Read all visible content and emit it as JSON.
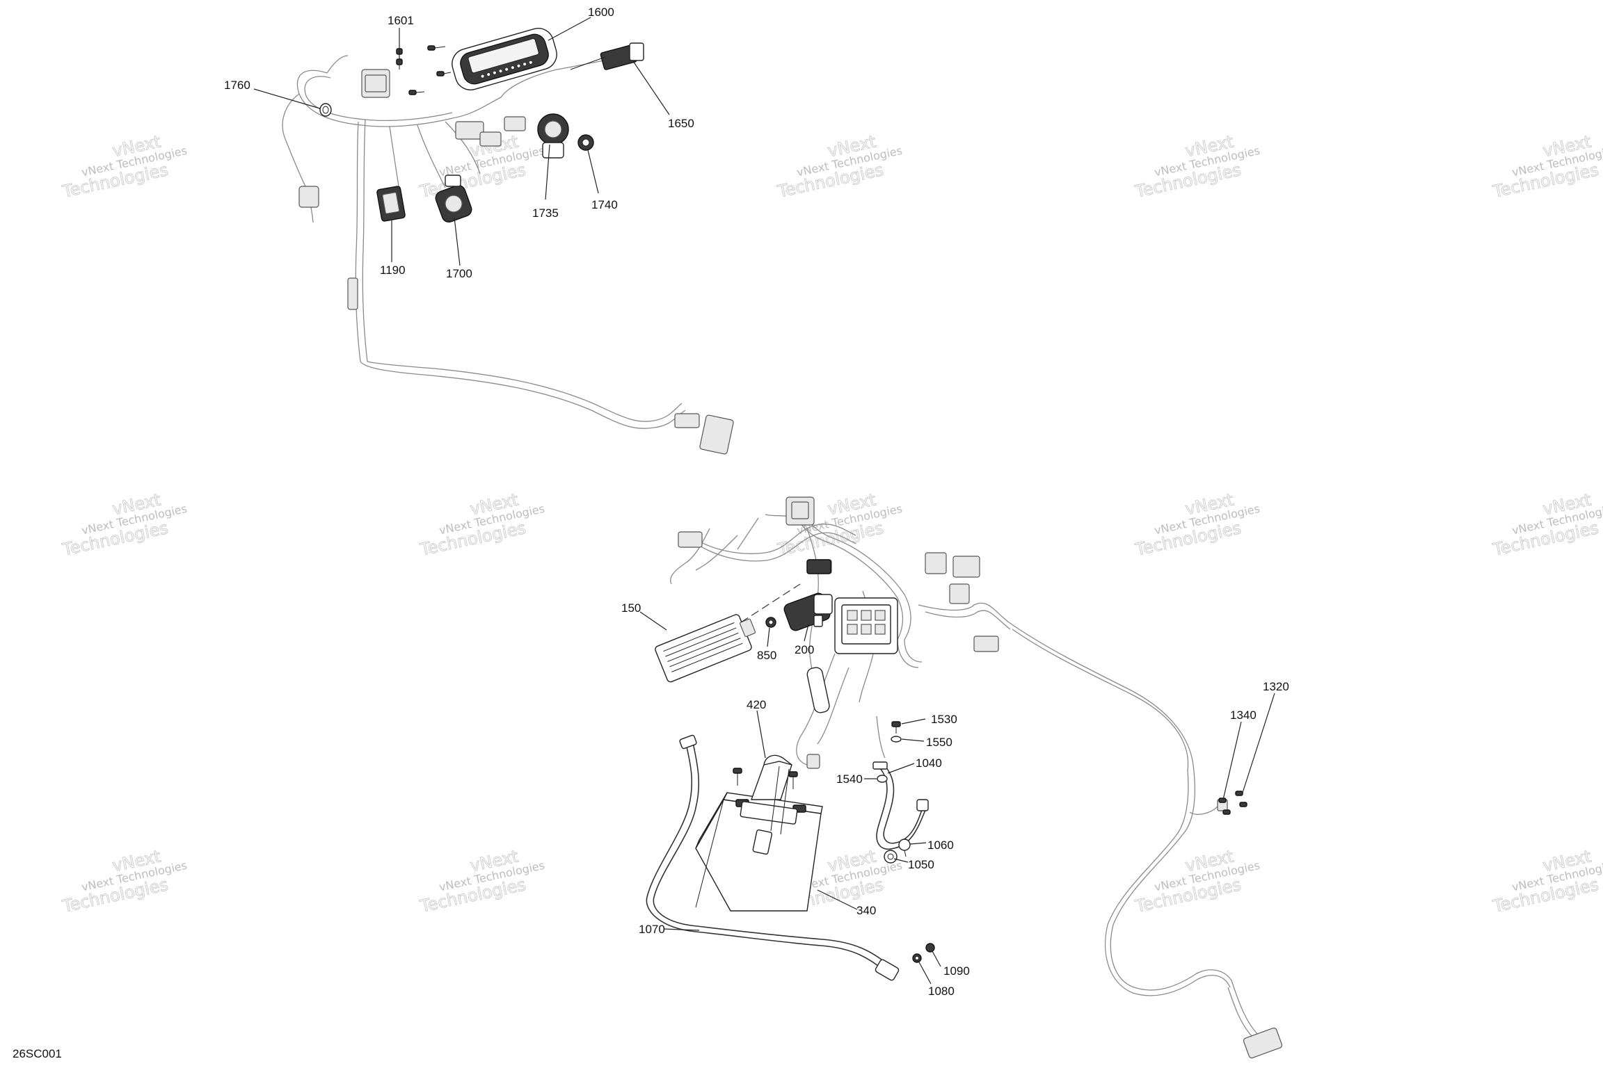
{
  "diagram_code": "26SC001",
  "watermark": {
    "line1": "vNext Technologies",
    "line2": "vNext",
    "line3": "Technologies"
  },
  "callouts": {
    "c1601": "1601",
    "c1600": "1600",
    "c1650": "1650",
    "c1760": "1760",
    "c1735": "1735",
    "c1740": "1740",
    "c1190": "1190",
    "c1700": "1700",
    "c150": "150",
    "c850": "850",
    "c200": "200",
    "c420": "420",
    "c1530": "1530",
    "c1550": "1550",
    "c1040": "1040",
    "c1540": "1540",
    "c1060": "1060",
    "c1050": "1050",
    "c340": "340",
    "c1070": "1070",
    "c1090": "1090",
    "c1080": "1080",
    "c1320": "1320",
    "c1340": "1340"
  }
}
